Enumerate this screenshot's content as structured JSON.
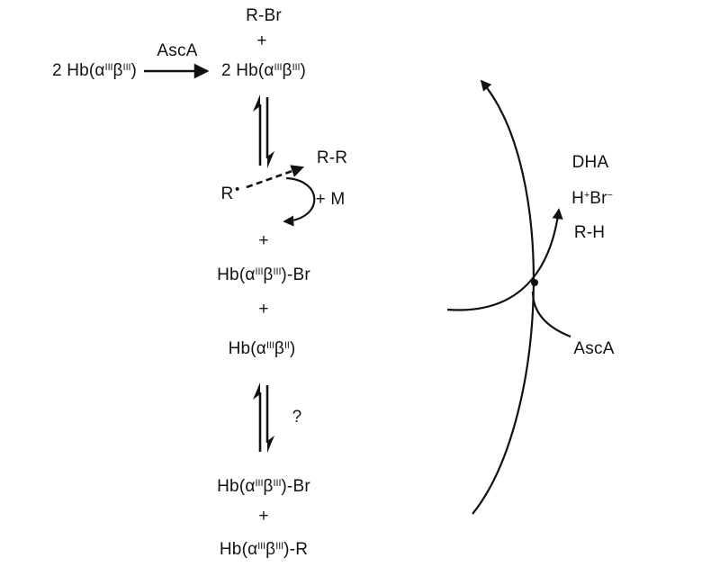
{
  "colors": {
    "ink": "#111111",
    "background": "#ffffff"
  },
  "scheme": {
    "shared": {
      "plus": "+"
    },
    "top": {
      "r_br": "R-Br",
      "reactant": [
        [
          "2 Hb(α",
          ""
        ],
        [
          "III",
          "sup"
        ],
        [
          "β",
          ""
        ],
        [
          "III",
          "sup"
        ],
        [
          ")",
          ""
        ]
      ],
      "arrow_label": "AscA",
      "product": [
        [
          "2 Hb(α",
          ""
        ],
        [
          "III",
          "sup"
        ],
        [
          "β",
          ""
        ],
        [
          "III",
          "sup"
        ],
        [
          ")",
          ""
        ]
      ]
    },
    "middle": {
      "radical": [
        [
          "R",
          ""
        ],
        [
          "•",
          "raddot"
        ]
      ],
      "r_r": "R-R",
      "plus_m": "+ M",
      "hb_br": [
        [
          "Hb(α",
          ""
        ],
        [
          "III",
          "sup"
        ],
        [
          "β",
          ""
        ],
        [
          "III",
          "sup"
        ],
        [
          ")-Br",
          ""
        ]
      ],
      "hb_beta_ii": [
        [
          "Hb(α",
          ""
        ],
        [
          "III",
          "sup"
        ],
        [
          "β",
          ""
        ],
        [
          "II",
          "sup"
        ],
        [
          ")",
          ""
        ]
      ],
      "question": "?"
    },
    "bottom": {
      "hb_br": [
        [
          "Hb(α",
          ""
        ],
        [
          "III",
          "sup"
        ],
        [
          "β",
          ""
        ],
        [
          "III",
          "sup"
        ],
        [
          ")-Br",
          ""
        ]
      ],
      "hb_r": [
        [
          "Hb(α",
          ""
        ],
        [
          "III",
          "sup"
        ],
        [
          "β",
          ""
        ],
        [
          "III",
          "sup"
        ],
        [
          ")-R",
          ""
        ]
      ]
    },
    "right": {
      "dha": "DHA",
      "h_br": [
        [
          "H",
          ""
        ],
        [
          "+",
          "sup"
        ],
        [
          "Br",
          ""
        ],
        [
          "−",
          "sup"
        ]
      ],
      "r_h": "R-H",
      "asca": "AscA"
    }
  }
}
